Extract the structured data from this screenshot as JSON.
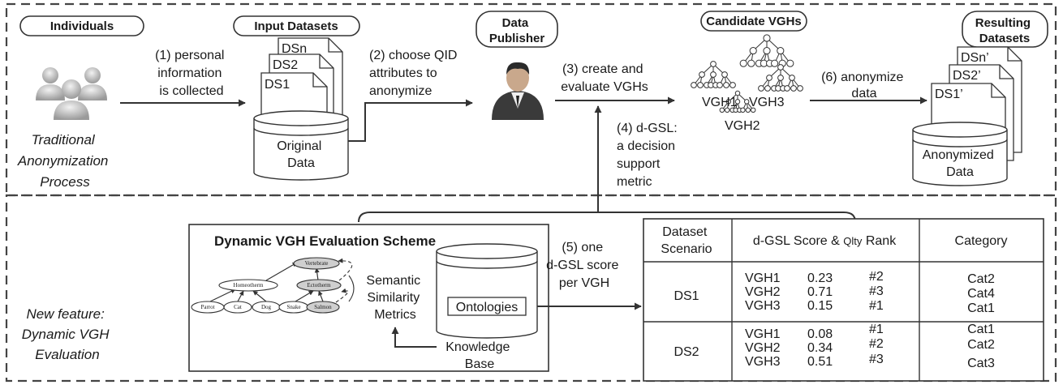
{
  "sections": {
    "traditional_label": [
      "Traditional",
      "Anonymization",
      "Process"
    ],
    "new_feature_label": [
      "New feature:",
      "Dynamic VGH",
      "Evaluation"
    ]
  },
  "nodes": {
    "individuals": "Individuals",
    "input_datasets": "Input Datasets",
    "input_docs": [
      "DSn",
      "DS2",
      "DS1"
    ],
    "original_data": [
      "Original",
      "Data"
    ],
    "data_publisher": [
      "Data",
      "Publisher"
    ],
    "candidate_vghs": "Candidate VGHs",
    "vgh_labels": [
      "VGH1",
      "VGH3",
      "VGH2"
    ],
    "resulting_datasets": [
      "Resulting",
      "Datasets"
    ],
    "result_docs": [
      "DSn’",
      "DS2’",
      "DS1’"
    ],
    "anonymized_data": [
      "Anonymized",
      "Data"
    ]
  },
  "steps": {
    "s1": [
      "(1) personal",
      "information",
      "is collected"
    ],
    "s2": [
      "(2) choose QID",
      "attributes to",
      "anonymize"
    ],
    "s3": [
      "(3) create and",
      "evaluate VGHs"
    ],
    "s4": [
      "(4) d-GSL:",
      "a decision",
      "support",
      "metric"
    ],
    "s5": [
      "(5) one",
      "d-GSL score",
      "per VGH"
    ],
    "s6": [
      "(6) anonymize",
      "data"
    ]
  },
  "scheme": {
    "title": "Dynamic VGH Evaluation Scheme",
    "tree": [
      "Vertebrate",
      "Homeotherm",
      "Ectotherm",
      "Parrot",
      "Cat",
      "Dog",
      "Snake",
      "Salmon"
    ],
    "metrics": [
      "Semantic",
      "Similarity",
      "Metrics"
    ],
    "ontologies": "Ontologies",
    "kb": [
      "Knowledge",
      "Base"
    ]
  },
  "table": {
    "headers": {
      "scenario": [
        "Dataset",
        "Scenario"
      ],
      "score_prefix": "d-GSL Score & ",
      "score_small": "Qlty",
      "score_suffix": " Rank",
      "category": "Category"
    },
    "groups": [
      {
        "dataset": "DS1",
        "rows": [
          {
            "vgh": "VGH1",
            "score": "0.23",
            "rank": "#2",
            "cat": "Cat2"
          },
          {
            "vgh": "VGH2",
            "score": "0.71",
            "rank": "#3",
            "cat": "Cat4"
          },
          {
            "vgh": "VGH3",
            "score": "0.15",
            "rank": "#1",
            "cat": "Cat1"
          }
        ]
      },
      {
        "dataset": "DS2",
        "rows": [
          {
            "vgh": "VGH1",
            "score": "0.08",
            "rank": "#1",
            "cat": "Cat1"
          },
          {
            "vgh": "VGH2",
            "score": "0.34",
            "rank": "#2",
            "cat": "Cat2"
          },
          {
            "vgh": "VGH3",
            "score": "0.51",
            "rank": "#3",
            "cat": "Cat3"
          }
        ]
      }
    ]
  }
}
